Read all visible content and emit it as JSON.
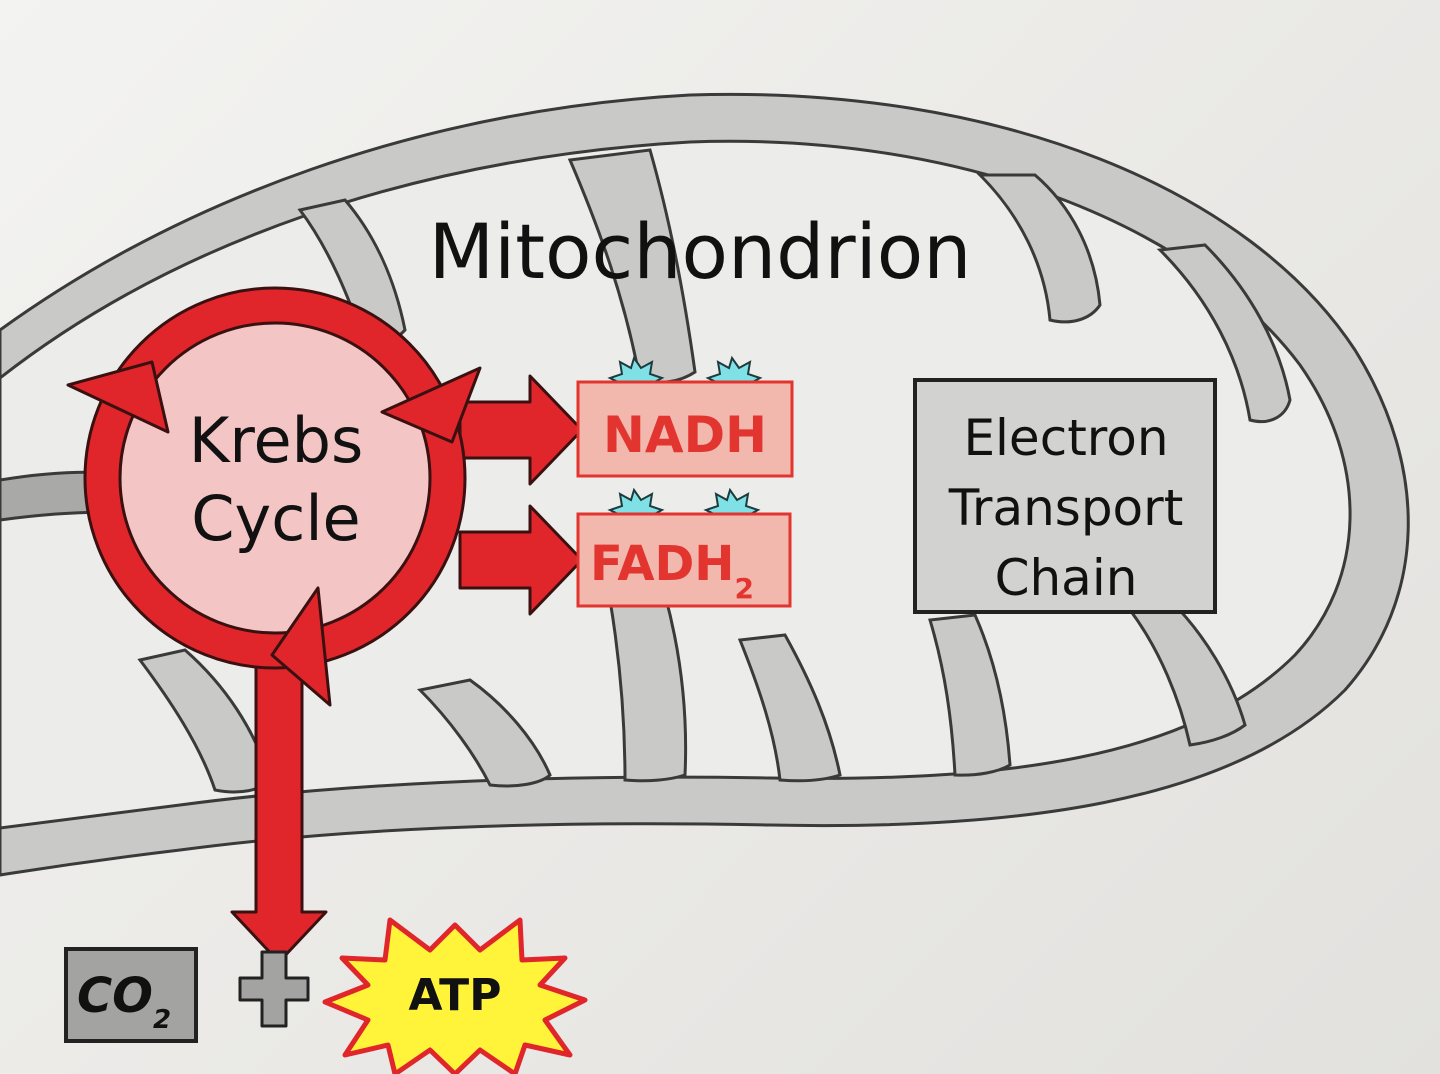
{
  "title": "Mitochondrion",
  "krebs": {
    "line1": "Krebs",
    "line2": "Cycle"
  },
  "carriers": {
    "nadh": "NADH",
    "fadh_base": "FADH",
    "fadh_sub": "2"
  },
  "etc": {
    "line1": "Electron",
    "line2": "Transport",
    "line3": "Chain"
  },
  "products": {
    "co2_base": "CO",
    "co2_sub": "2",
    "atp": "ATP"
  },
  "colors": {
    "membrane": "#c9c9c7",
    "arrow_red": "#e0262b",
    "krebs_fill": "#f3c5c5",
    "carrier_fill": "#f2b7ad",
    "carrier_text": "#e2352f",
    "electron": "#7fe0e6",
    "etc_fill": "#d2d2d0",
    "atp_fill": "#fff43a"
  }
}
